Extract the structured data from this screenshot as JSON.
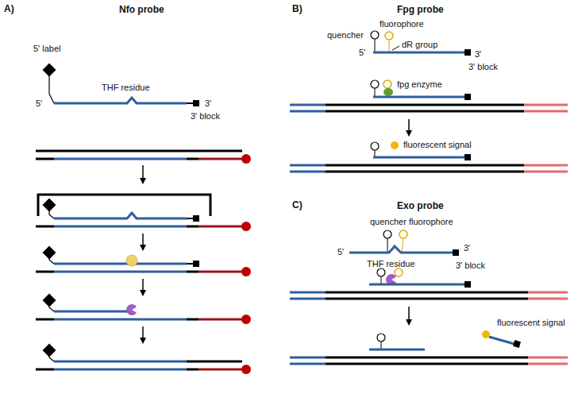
{
  "diagram": {
    "labels": [
      "A)",
      "Nfo probe",
      "5' label",
      "5'",
      "THF residue",
      "3'",
      "3' block",
      "B)",
      "Fpg probe",
      "quencher",
      "fluorophore",
      "dR group",
      "5'",
      "3'",
      "3' block",
      "fpg enzyme",
      "fluorescent signal",
      "C)",
      "Exo probe",
      "quencher fluorophore",
      "5'",
      "THF residue",
      "3'",
      "3' block",
      "fluorescent signal"
    ]
  }
}
